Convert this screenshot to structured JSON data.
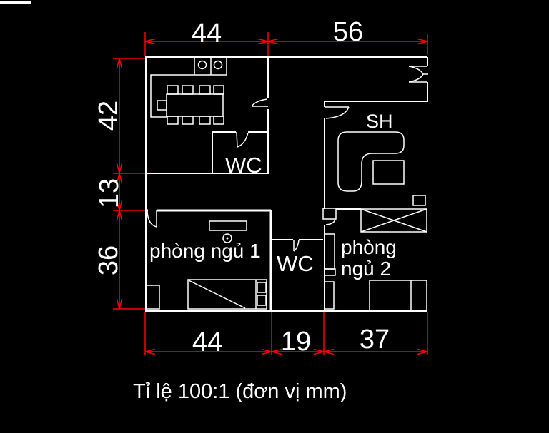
{
  "colors": {
    "background": "#000000",
    "line_color": "#ffffff",
    "dimension_color": "#ff0000",
    "text_color": "#ffffff"
  },
  "drawing": {
    "dimensions": {
      "top": [
        "44",
        "56"
      ],
      "left": [
        "42",
        "13",
        "36"
      ],
      "bottom": [
        "44",
        "19",
        "37"
      ]
    },
    "rooms": {
      "wc_top": "WC",
      "wc_mid": "WC",
      "living": "SH",
      "bedroom1": "phòng ngủ 1",
      "bedroom2_line1": "phòng",
      "bedroom2_line2": "ngủ 2"
    },
    "caption": "Tỉ lệ 100:1 (đơn vị mm)"
  }
}
